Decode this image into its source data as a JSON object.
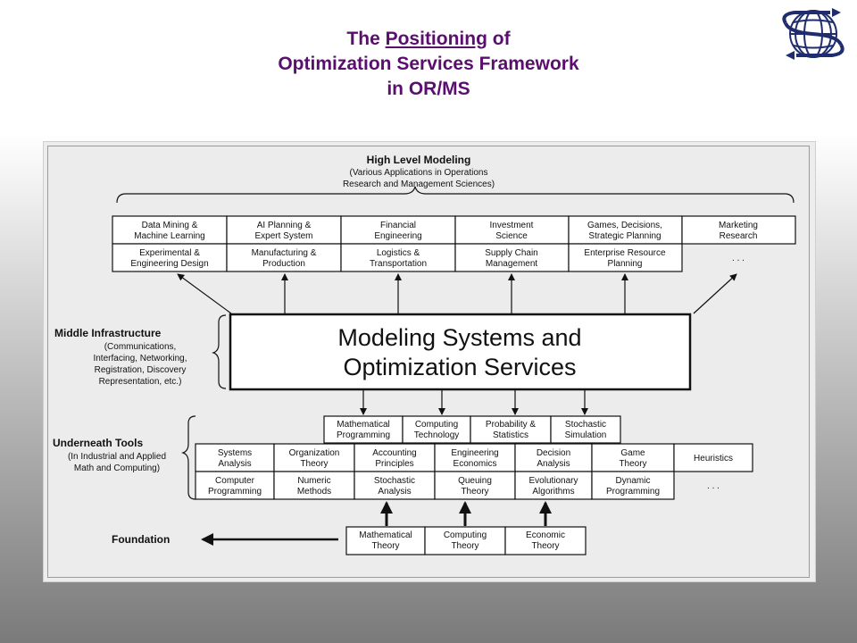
{
  "title": {
    "prefix": "The ",
    "underlined": "Positioning",
    "suffix": " of",
    "line2": "Optimization Services Framework",
    "line3": "in OR/MS"
  },
  "high_level": {
    "heading": "High Level Modeling",
    "sub1": "(Various Applications in Operations",
    "sub2": "Research and Management Sciences)"
  },
  "app_boxes_row1": [
    [
      "Data Mining &",
      "Machine Learning"
    ],
    [
      "AI Planning &",
      "Expert System"
    ],
    [
      "Financial",
      "Engineering"
    ],
    [
      "Investment",
      "Science"
    ],
    [
      "Games, Decisions,",
      "Strategic Planning"
    ],
    [
      "Marketing",
      "Research"
    ]
  ],
  "app_boxes_row2": [
    [
      "Experimental &",
      "Engineering  Design"
    ],
    [
      "Manufacturing &",
      "Production"
    ],
    [
      "Logistics &",
      "Transportation"
    ],
    [
      "Supply Chain",
      "Management"
    ],
    [
      "Enterprise Resource",
      "Planning"
    ]
  ],
  "ellipsis": ". . .",
  "middle": {
    "heading": "Middle Infrastructure",
    "lines": [
      "(Communications,",
      "Interfacing,  Networking,",
      "Registration, Discovery",
      "Representation, etc.)"
    ]
  },
  "core": {
    "line1": "Modeling Systems and",
    "line2": "Optimization Services"
  },
  "support_boxes": [
    [
      "Mathematical",
      "Programming"
    ],
    [
      "Computing",
      "Technology"
    ],
    [
      "Probability &",
      "Statistics"
    ],
    [
      "Stochastic",
      "Simulation"
    ]
  ],
  "tools": {
    "heading": "Underneath Tools",
    "lines": [
      "(In Industrial and Applied",
      "Math and Computing)"
    ]
  },
  "tool_boxes_row1": [
    [
      "Systems",
      "Analysis"
    ],
    [
      "Organization",
      "Theory"
    ],
    [
      "Accounting",
      "Principles"
    ],
    [
      "Engineering",
      "Economics"
    ],
    [
      "Decision",
      "Analysis"
    ],
    [
      "Game",
      "Theory"
    ]
  ],
  "heuristics": "Heuristics",
  "tool_boxes_row2": [
    [
      "Computer",
      "Programming"
    ],
    [
      "Numeric",
      "Methods"
    ],
    [
      "Stochastic",
      "Analysis"
    ],
    [
      "Queuing",
      "Theory"
    ],
    [
      "Evolutionary",
      "Algorithms"
    ],
    [
      "Dynamic",
      "Programming"
    ]
  ],
  "foundation": {
    "label": "Foundation",
    "boxes": [
      [
        "Mathematical",
        "Theory"
      ],
      [
        "Computing",
        "Theory"
      ],
      [
        "Economic",
        "Theory"
      ]
    ]
  },
  "colors": {
    "title": "#5a0f6e",
    "logo": "#1f2d6e"
  },
  "icons": {
    "logo": "globe-logo-icon"
  }
}
